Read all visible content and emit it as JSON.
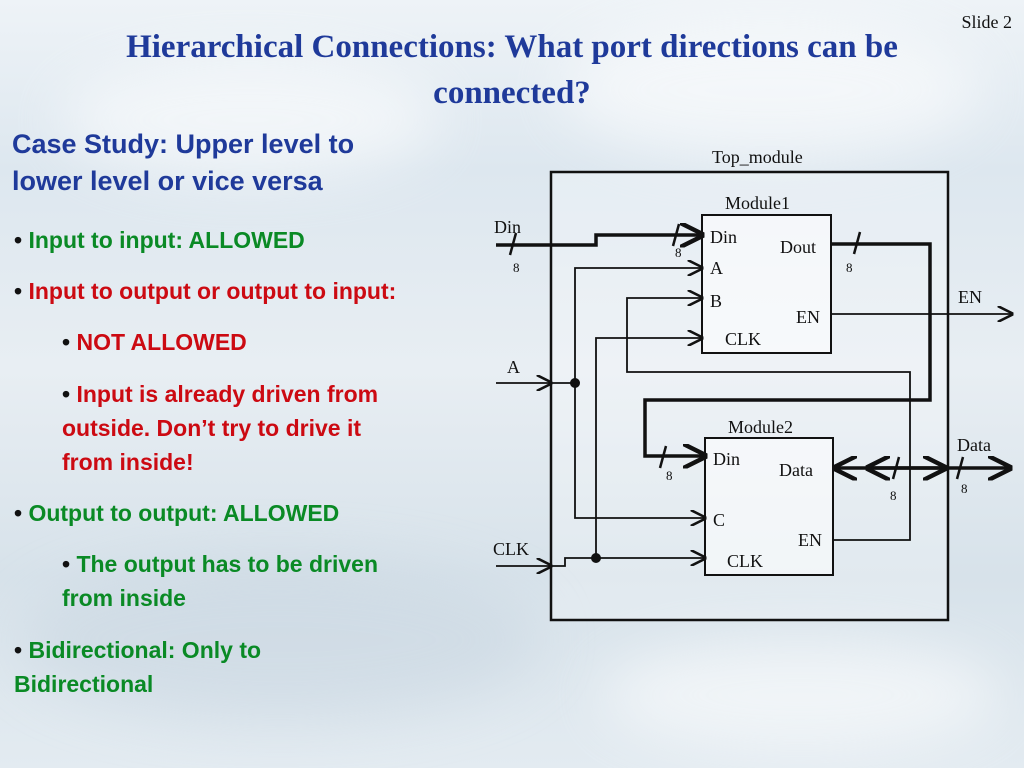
{
  "slide": {
    "number_label": "Slide 2"
  },
  "title": {
    "line1": "Hierarchical Connections: What port directions can be",
    "line2": "connected?"
  },
  "subtitle": {
    "line1": "Case Study: Upper level to",
    "line2": "lower level or vice versa"
  },
  "bullets": {
    "b1": "Input to input: ALLOWED",
    "b2": "Input to output or output to input:",
    "b2a": "NOT ALLOWED",
    "b2b_l1": "Input is already driven from",
    "b2b_l2": "outside. Don’t try to drive it",
    "b2b_l3": "from inside!",
    "b3": "Output to output: ALLOWED",
    "b3a_l1": "The output has to be driven",
    "b3a_l2": "from inside",
    "b4_l1": "Bidirectional: Only to",
    "b4_l2": "Bidirectional"
  },
  "diagram": {
    "top_module_label": "Top_module",
    "module1": {
      "label": "Module1",
      "port_din": "Din",
      "port_a": "A",
      "port_b": "B",
      "port_clk": "CLK",
      "port_dout": "Dout",
      "port_en": "EN"
    },
    "module2": {
      "label": "Module2",
      "port_din": "Din",
      "port_c": "C",
      "port_clk": "CLK",
      "port_data": "Data",
      "port_en": "EN"
    },
    "external": {
      "din": "Din",
      "a": "A",
      "clk": "CLK",
      "en": "EN",
      "data": "Data"
    },
    "bus_width": "8"
  },
  "colors": {
    "title": "#1f3a9a",
    "allowed": "#0a8a25",
    "not_allowed": "#cc0a12"
  }
}
